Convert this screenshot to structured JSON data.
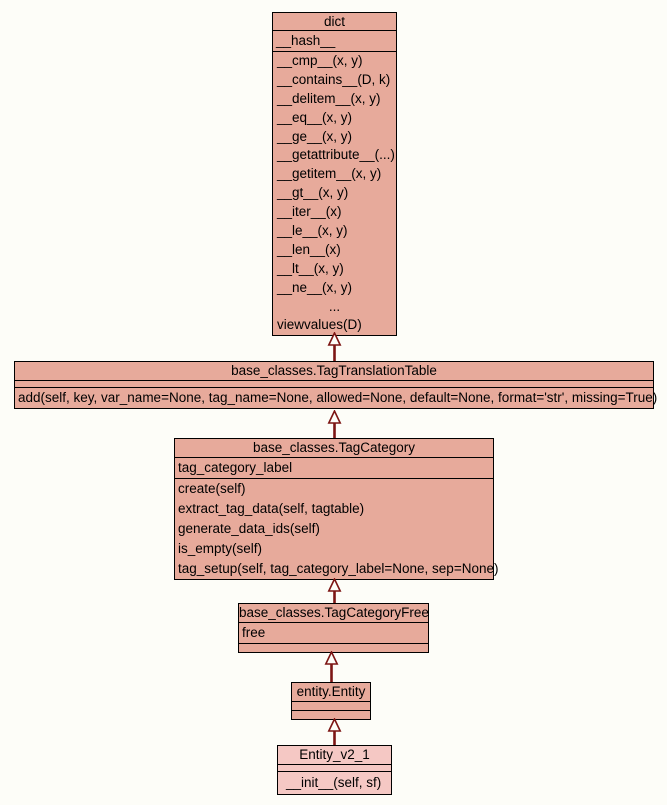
{
  "colors": {
    "background": "#fdfdf8",
    "box_fill": "#e7aa9b",
    "box_fill_highlight": "#f5c8c4",
    "line": "#000000",
    "arrow": "#7d1614"
  },
  "classes": [
    {
      "title": "dict",
      "attributes": [
        "__hash__"
      ],
      "methods": [
        "__cmp__(x, y)",
        "__contains__(D, k)",
        "__delitem__(x, y)",
        "__eq__(x, y)",
        "__ge__(x, y)",
        "__getattribute__(...)",
        "__getitem__(x, y)",
        "__gt__(x, y)",
        "__iter__(x)",
        "__le__(x, y)",
        "__len__(x)",
        "__lt__(x, y)",
        "__ne__(x, y)",
        "...",
        "viewvalues(D)"
      ]
    },
    {
      "title": "base_classes.TagTranslationTable",
      "attributes": [],
      "methods": [
        "add(self, key, var_name=None, tag_name=None, allowed=None, default=None, format='str', missing=True)"
      ]
    },
    {
      "title": "base_classes.TagCategory",
      "attributes": [
        "tag_category_label"
      ],
      "methods": [
        "create(self)",
        "extract_tag_data(self, tagtable)",
        "generate_data_ids(self)",
        "is_empty(self)",
        "tag_setup(self, tag_category_label=None, sep=None)"
      ]
    },
    {
      "title": "base_classes.TagCategoryFree",
      "attributes": [
        "free"
      ],
      "methods": []
    },
    {
      "title": "entity.Entity",
      "attributes": [],
      "methods": []
    },
    {
      "title": "Entity_v2_1",
      "attributes": [],
      "methods": [
        "__init__(self, sf)"
      ]
    }
  ],
  "relations": [
    {
      "from": "base_classes.TagTranslationTable",
      "to": "dict",
      "type": "inheritance"
    },
    {
      "from": "base_classes.TagCategory",
      "to": "base_classes.TagTranslationTable",
      "type": "inheritance"
    },
    {
      "from": "base_classes.TagCategoryFree",
      "to": "base_classes.TagCategory",
      "type": "inheritance"
    },
    {
      "from": "entity.Entity",
      "to": "base_classes.TagCategoryFree",
      "type": "inheritance"
    },
    {
      "from": "Entity_v2_1",
      "to": "entity.Entity",
      "type": "inheritance"
    }
  ]
}
